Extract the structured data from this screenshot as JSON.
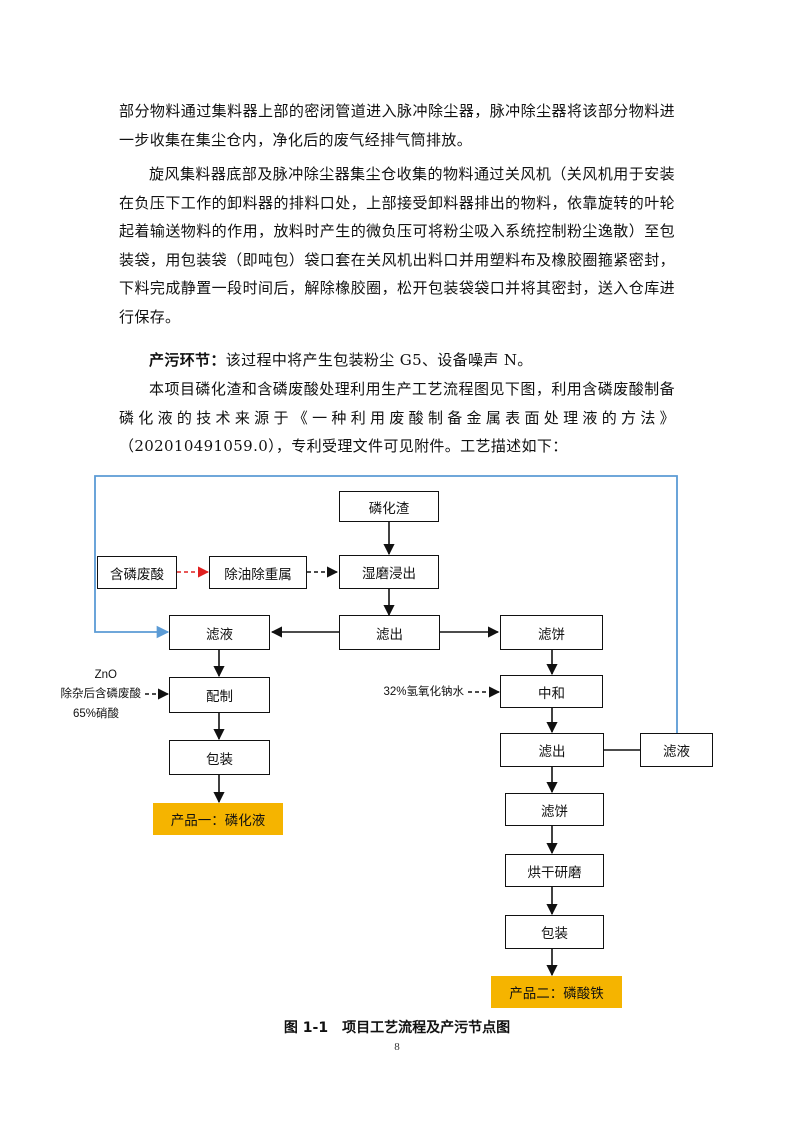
{
  "paragraphs": {
    "p1": "部分物料通过集料器上部的密闭管道进入脉冲除尘器，脉冲除尘器将该部分物料进一步收集在集尘仓内，净化后的废气经排气筒排放。",
    "p2": "旋风集料器底部及脉冲除尘器集尘仓收集的物料通过关风机（关风机用于安装在负压下工作的卸料器的排料口处，上部接受卸料器排出的物料，依靠旋转的叶轮起着输送物料的作用，放料时产生的微负压可将粉尘吸入系统控制粉尘逸散）至包装袋，用包装袋（即吨包）袋口套在关风机出料口并用塑料布及橡胶圈箍紧密封，下料完成静置一段时间后，解除橡胶圈，松开包装袋袋口并将其密封，送入仓库进行保存。",
    "p3_label": "产污环节：",
    "p3_text": "该过程中将产生包装粉尘 G5、设备噪声 N。",
    "p4": "本项目磷化渣和含磷废酸处理利用生产工艺流程图见下图，利用含磷废酸制备磷化液的技术来源于《一种利用废酸制备金属表面处理液的方法》（202010491059.0），专利受理文件可见附件。工艺描述如下："
  },
  "diagram": {
    "nodes": {
      "phosphating_residue": "磷化渣",
      "phosphoric_waste_acid": "含磷废酸",
      "degrease_deheavy": "除油除重属",
      "wet_grind_leach": "湿磨浸出",
      "filtrate_left": "滤液",
      "filter_out_mid": "滤出",
      "filter_cake_right": "滤饼",
      "prepare": "配制",
      "package_left": "包装",
      "neutralize": "中和",
      "filter_out_right": "滤出",
      "filtrate_right": "滤液",
      "filter_cake_lower": "滤饼",
      "dry_grind": "烘干研磨",
      "package_right": "包装"
    },
    "products": {
      "product1": "产品一：磷化液",
      "product2": "产品二：磷酸铁"
    },
    "inputs": {
      "zno": "ZnO",
      "purified_acid": "除杂后含磷废酸",
      "nitric_acid": "65%硝酸",
      "naoh": "32%氢氧化钠水"
    },
    "colors": {
      "recycle_line": "#5b9bd5",
      "red_dashed": "#e02020",
      "product_fill": "#f5b400"
    }
  },
  "caption": "图 1-1　项目工艺流程及产污节点图",
  "page_number": "8"
}
